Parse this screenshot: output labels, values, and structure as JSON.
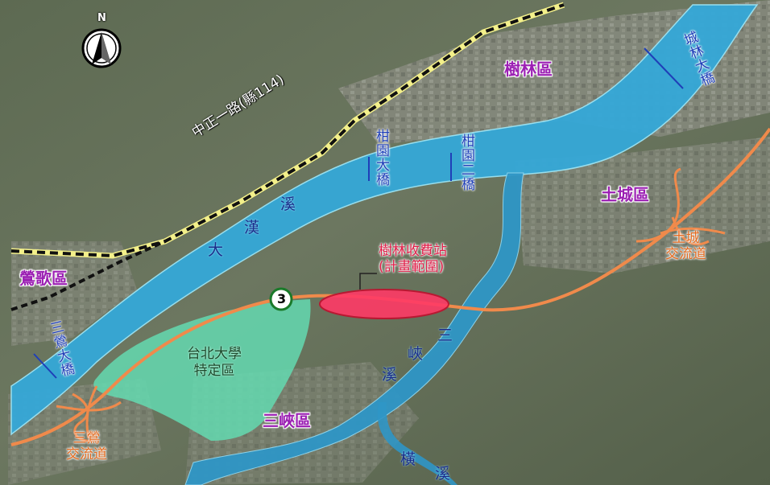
{
  "compass": {
    "north": "N",
    "icon": "compass-icon"
  },
  "districts": {
    "shulin": "樹林區",
    "tucheng": "土城區",
    "yingge": "鶯歌區",
    "sanxia": "三峽區"
  },
  "bridges": {
    "gan_yuan": "柑園大橋",
    "gan_yuan_2": "柑園二橋",
    "fu_lin": "城林大橋",
    "san_ying": "三鶯大橋"
  },
  "rivers": {
    "da_han": [
      "大",
      "漢",
      "溪"
    ],
    "san_xia": [
      "三",
      "峽",
      "溪"
    ],
    "heng": [
      "橫",
      "溪"
    ]
  },
  "road_label": "中正一路(縣114)",
  "toll_station": {
    "line1": "樹林收費站",
    "line2": "(計畫範圍)"
  },
  "interchanges": {
    "tucheng": {
      "line1": "土城",
      "line2": "交流道"
    },
    "sanying": {
      "line1": "三鶯",
      "line2": "交流道"
    }
  },
  "special_zone": {
    "line1": "台北大學",
    "line2": "特定區"
  },
  "highway_number": "3",
  "colors": {
    "river": "#35a8d8",
    "freeway": "#f08a4b",
    "toll_highlight": "#ff3a66",
    "special_zone": "#64d9b0",
    "district_text": "#9b1fb3"
  }
}
